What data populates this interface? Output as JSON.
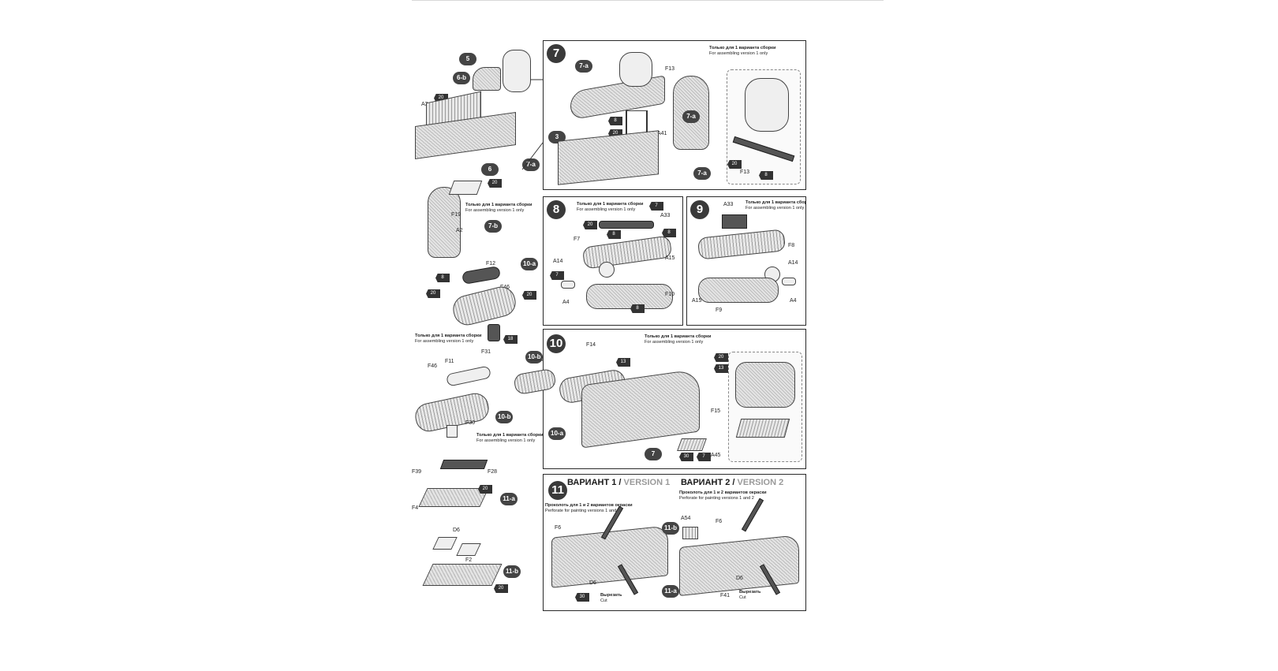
{
  "notes": {
    "v1_ru": "Только для 1 варианта сборки",
    "v1_en": "For assembling version 1 only",
    "perf_ru": "Проколоть для 1 и 2 вариантов окраски",
    "perf_en": "Perforate for painting versions 1 and 2",
    "cut_ru": "Вырезать",
    "cut_en": "Cut"
  },
  "versions": {
    "v1_ru": "ВАРИАНТ 1 /",
    "v1_en": " VERSION 1",
    "v2_ru": "ВАРИАНТ 2 /",
    "v2_en": " VERSION 2"
  },
  "left": {
    "tags": {
      "t5": "5",
      "t6b": "6-b",
      "t6": "6",
      "t7a": "7-a",
      "t7b": "7-b",
      "t10a": "10-a",
      "t10b": "10-b",
      "t11a": "11-a",
      "t11b": "11-b"
    },
    "parts": {
      "a3": "A3",
      "f19": "F19",
      "a2": "A2",
      "f12": "F12",
      "f46a": "F46",
      "f31": "F31",
      "f46b": "F46",
      "f11": "F11",
      "f30": "F30",
      "f39": "F39",
      "f28": "F28",
      "f4": "F4",
      "d6": "D6",
      "f2": "F2"
    },
    "glue": {
      "g1": "20",
      "g2": "20",
      "g3": "8",
      "g4": "20",
      "g5": "20",
      "g6": "18",
      "g7": "20",
      "g8": "20"
    }
  },
  "step7": {
    "num": "7",
    "tags": {
      "a": "7-a",
      "b": "3",
      "c": "7-a",
      "d": "7-a"
    },
    "parts": {
      "f13a": "F13",
      "a41": "A41",
      "f13b": "F13"
    },
    "glue": {
      "g1": "8",
      "g2": "20",
      "g3": "20",
      "g4": "8"
    }
  },
  "step8": {
    "num": "8",
    "parts": {
      "a33": "A33",
      "f7": "F7",
      "a14": "A14",
      "a15": "A15",
      "a4": "A4",
      "f10": "F10"
    },
    "glue": {
      "g1": "7",
      "g2": "20",
      "g3": "8",
      "g4": "8",
      "g5": "7",
      "g6": "8"
    }
  },
  "step9": {
    "num": "9",
    "parts": {
      "a33": "A33",
      "f8": "F8",
      "a14": "A14",
      "a15": "A15",
      "f9": "F9",
      "a4": "A4"
    }
  },
  "step10": {
    "num": "10",
    "tags": {
      "b": "10-b",
      "a": "10-a",
      "c": "7"
    },
    "parts": {
      "f14": "F14",
      "f15": "F15",
      "a45": "A45"
    },
    "glue": {
      "g1": "13",
      "g2": "20",
      "g3": "13",
      "g4": "30",
      "g5": "7"
    }
  },
  "step11": {
    "num": "11",
    "tags": {
      "b": "11-b",
      "a": "11-a"
    },
    "parts": {
      "f6a": "F6",
      "d6a": "D6",
      "a54": "A54",
      "f6b": "F6",
      "d6b": "D6",
      "f41": "F41"
    },
    "glue": {
      "g1": "30"
    }
  }
}
